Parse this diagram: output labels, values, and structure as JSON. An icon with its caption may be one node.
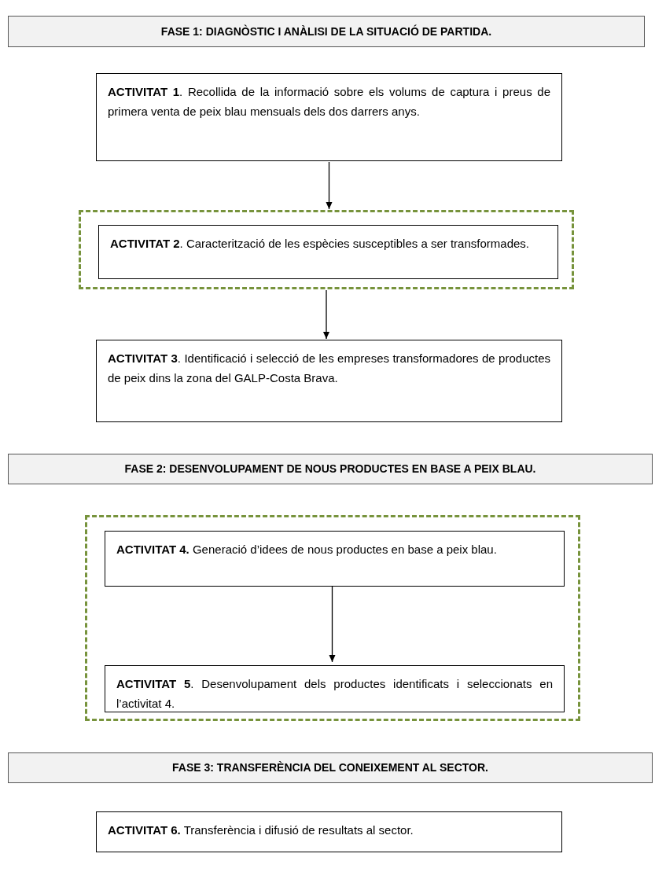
{
  "diagram": {
    "nodes": [
      {
        "text": [
          "FASE 1: DIAGNÒSTIC I ANÀLISI DE LA SITUACIÓ DE PARTIDA."
        ]
      },
      {
        "text": [
          "**ACTIVITAT 1**. Recollida de la informació sobre els volums de captura i preus de primera venta de peix blau mensuals dels dos darrers anys."
        ]
      },
      {
        "text": [],
        "shape": "box"
      },
      {
        "text": [
          "**ACTIVITAT 2**. Caracterització de les espècies susceptibles a ser transformades."
        ],
        "in": 2
      },
      {
        "text": [
          "**ACTIVITAT 3**. Identificació i selecció de les empreses transformadores de productes de peix dins la zona del GALP-Costa Brava."
        ]
      },
      {
        "text": [
          "FASE 2: DESENVOLUPAMENT DE NOUS PRODUCTES EN BASE A PEIX BLAU."
        ]
      },
      {
        "text": [],
        "shape": "box"
      },
      {
        "text": [
          "**ACTIVITAT 4.** Generació d’idees de nous productes en base a peix blau."
        ],
        "in": 6
      },
      {
        "text": [
          "**ACTIVITAT 5**. Desenvolupament dels productes identificats i seleccionats en l’activitat 4."
        ],
        "in": 6
      },
      {
        "text": [
          "FASE 3: TRANSFERÈNCIA DEL CONEIXEMENT AL SECTOR."
        ]
      },
      {
        "text": [
          "**ACTIVITAT 6.** Transferència i difusió de resultats al sector."
        ]
      }
    ],
    "edges": [
      {
        "from": 1,
        "to": 2,
        "arrow": "to"
      },
      {
        "from": 2,
        "to": 4,
        "arrow": "to"
      },
      {
        "from": 7,
        "to": 8,
        "arrow": "to"
      }
    ]
  }
}
